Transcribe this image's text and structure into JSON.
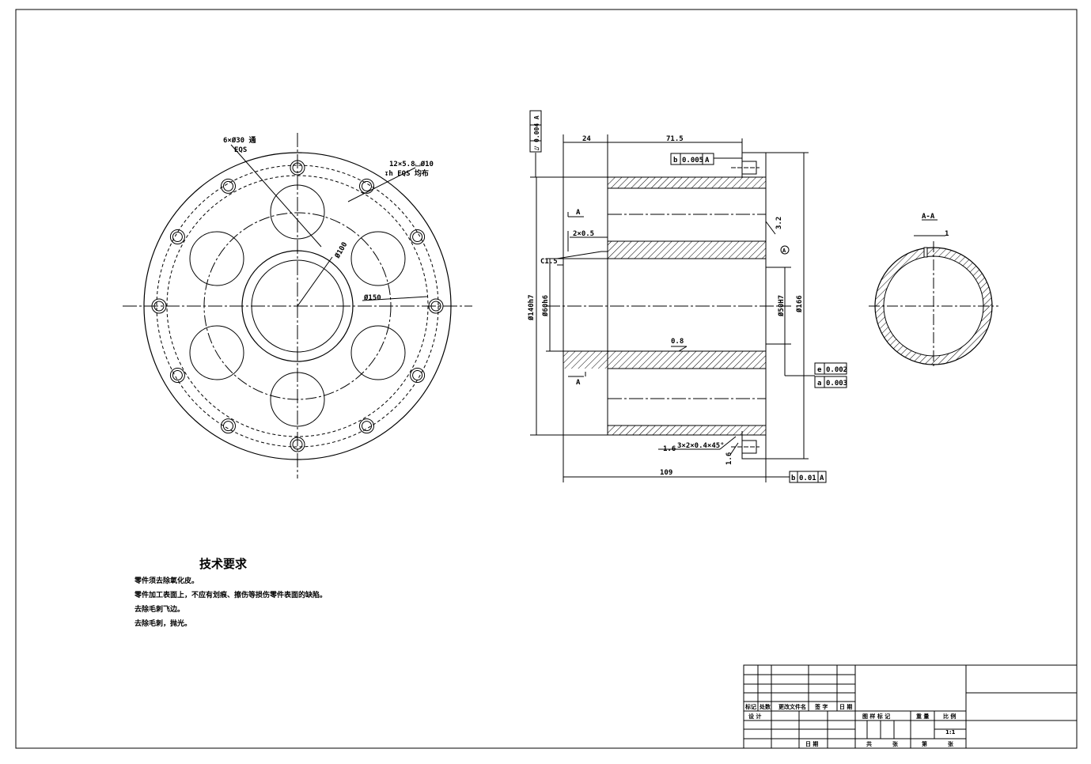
{
  "front_view": {
    "callout_holes_top": "6×Ø30 通",
    "callout_holes_bottom": "EQS",
    "callout_screw_top": "12×5.8⌴Ø10",
    "callout_screw_bottom": "↧h EQS 均布",
    "dia_100": "Ø100",
    "dia_150": "Ø150"
  },
  "side_view": {
    "dim_24": "24",
    "dim_71_5": "71.5",
    "dim_109": "109",
    "dim_2x0_5": "2×0.5",
    "chamfer_c1_5": "C1.5",
    "dia_140": "Ø140h7",
    "dia_60": "Ø60h6",
    "dia_50": "Ø50H7",
    "dia_166": "Ø166",
    "rough_3_2": "3.2",
    "rough_0_8": "0.8",
    "rough_1_6a": "1.6",
    "rough_1_6b": "1.6",
    "groove": "3×2×0.4×45°",
    "section_mark": "A",
    "datum": "A",
    "tol_top_left": "⌰ 0.004 A",
    "tol_b_top_sym": "b",
    "tol_b_top_val": "0.005",
    "tol_b_top_ref": "A",
    "tol_e_sym": "e",
    "tol_e_val": "0.002",
    "tol_a_sym": "a",
    "tol_a_val": "0.003",
    "tol_b_bot_sym": "b",
    "tol_b_bot_val": "0.01",
    "tol_b_bot_ref": "A"
  },
  "section_view": {
    "title": "A-A",
    "dim_1": "1"
  },
  "tech_req": {
    "title": "技术要求",
    "lines": [
      "零件须去除氧化皮。",
      "零件加工表面上，不应有划痕、擦伤等损伤零件表面的缺陷。",
      "去除毛刺飞边。",
      "去除毛刺，抛光。"
    ]
  },
  "title_block": {
    "mark": "标记",
    "count": "处数",
    "change_doc": "更改文件名",
    "sign": "签 字",
    "date": "日 期",
    "design": "设 计",
    "date2": "日 期",
    "drawing_mark": "图 样 标 记",
    "weight": "重 量",
    "scale": "比 例",
    "scale_val": "1:1",
    "total": "共",
    "sheet": "张",
    "page": "第",
    "sheet2": "张"
  }
}
